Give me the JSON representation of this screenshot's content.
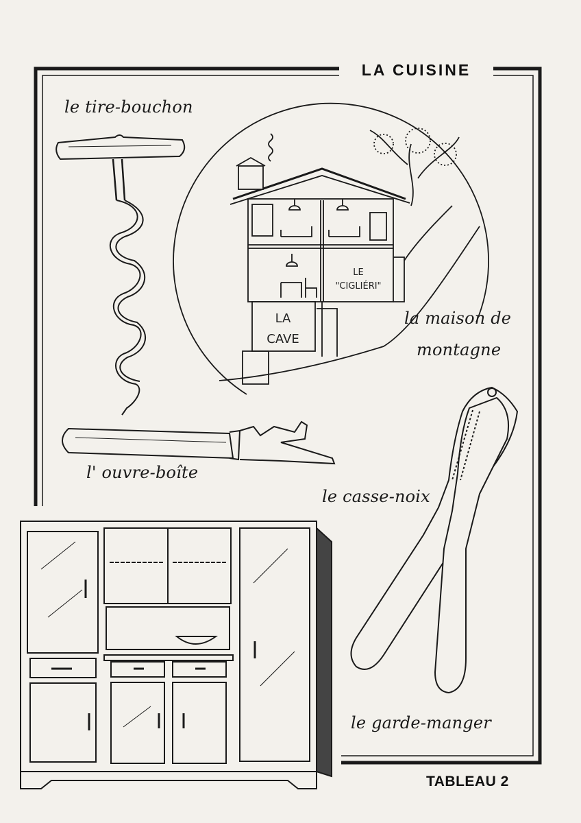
{
  "title": "LA CUISINE",
  "footer": "TABLEAU 2",
  "labels": {
    "corkscrew": "le tire-bouchon",
    "opener": "l' ouvre-boîte",
    "nutcracker": "le casse-noix",
    "pantry": "le garde-manger",
    "house_line1": "la maison de",
    "house_line2": "montagne"
  },
  "house": {
    "cellar_line1": "LA",
    "cellar_line2": "CAVE",
    "room_line1": "LE",
    "room_line2": "\"CIGLIÉRI\""
  },
  "colors": {
    "ink": "#1a1a1a",
    "paper": "#f3f1ec"
  }
}
